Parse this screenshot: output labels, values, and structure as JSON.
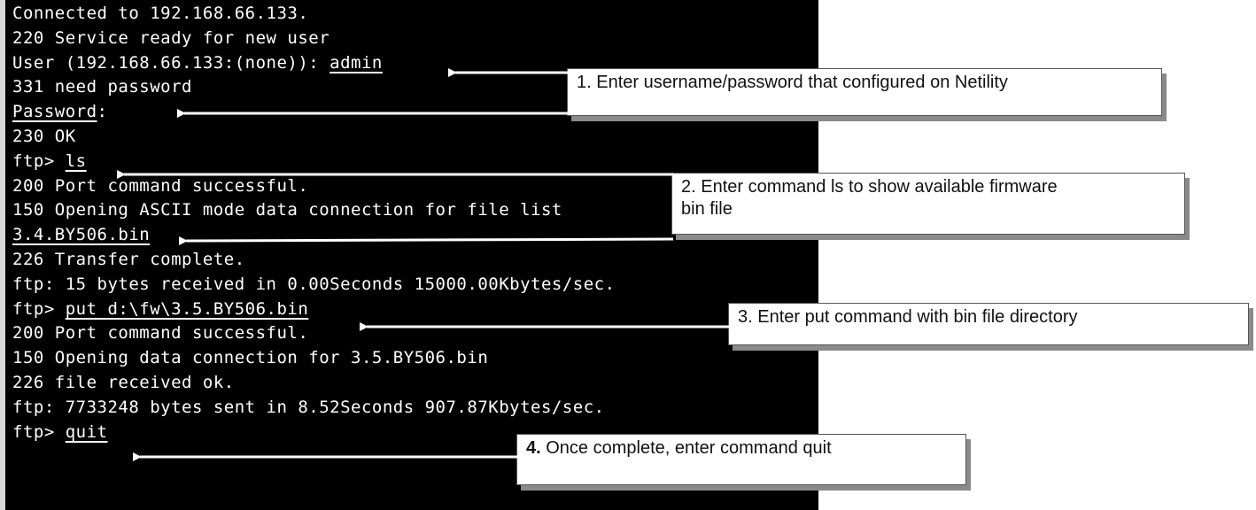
{
  "terminal": {
    "lines": [
      {
        "pre": "Connected to 192.168.66.133.",
        "u": "",
        "post": ""
      },
      {
        "pre": "220 Service ready for new user",
        "u": "",
        "post": ""
      },
      {
        "pre": "User (192.168.66.133:(none)): ",
        "u": "admin",
        "post": ""
      },
      {
        "pre": "331 need password",
        "u": "",
        "post": ""
      },
      {
        "pre": "",
        "u": "Password",
        "post": ":"
      },
      {
        "pre": "230 OK",
        "u": "",
        "post": ""
      },
      {
        "pre": "ftp> ",
        "u": "ls",
        "post": ""
      },
      {
        "pre": "200 Port command successful.",
        "u": "",
        "post": ""
      },
      {
        "pre": "150 Opening ASCII mode data connection for file list",
        "u": "",
        "post": ""
      },
      {
        "pre": "",
        "u": "3.4.BY506.bin",
        "post": ""
      },
      {
        "pre": "226 Transfer complete.",
        "u": "",
        "post": ""
      },
      {
        "pre": "ftp: 15 bytes received in 0.00Seconds 15000.00Kbytes/sec.",
        "u": "",
        "post": ""
      },
      {
        "pre": "ftp> ",
        "u": "put d:\\fw\\3.5.BY506.bin",
        "post": ""
      },
      {
        "pre": "200 Port command successful.",
        "u": "",
        "post": ""
      },
      {
        "pre": "150 Opening data connection for 3.5.BY506.bin",
        "u": "",
        "post": ""
      },
      {
        "pre": "226 file received ok.",
        "u": "",
        "post": ""
      },
      {
        "pre": "ftp: 7733248 bytes sent in 8.52Seconds 907.87Kbytes/sec.",
        "u": "",
        "post": ""
      },
      {
        "pre": "ftp> ",
        "u": "quit",
        "post": ""
      }
    ]
  },
  "callouts": {
    "c1": "1. Enter username/password that configured on Netility",
    "c2_line1": "2. Enter command ls to show available firmware",
    "c2_line2": "bin file",
    "c3": "3. Enter put command with bin file directory",
    "c4_num": "4.",
    "c4_text": " Once complete, enter command quit"
  },
  "colors": {
    "terminal_bg": "#000000",
    "terminal_text": "#ffffff",
    "callout_bg": "#ffffff",
    "callout_shadow": "#8a8a8a"
  }
}
